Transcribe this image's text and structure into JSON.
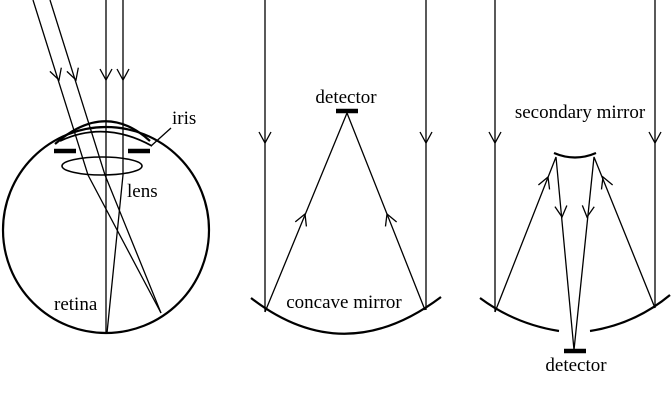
{
  "panels": {
    "eye": {
      "iris": "iris",
      "lens": "lens",
      "retina": "retina"
    },
    "reflector": {
      "detector": "detector",
      "mirror": "concave mirror"
    },
    "cassegrain": {
      "secondary": "secondary mirror",
      "detector": "detector"
    }
  }
}
